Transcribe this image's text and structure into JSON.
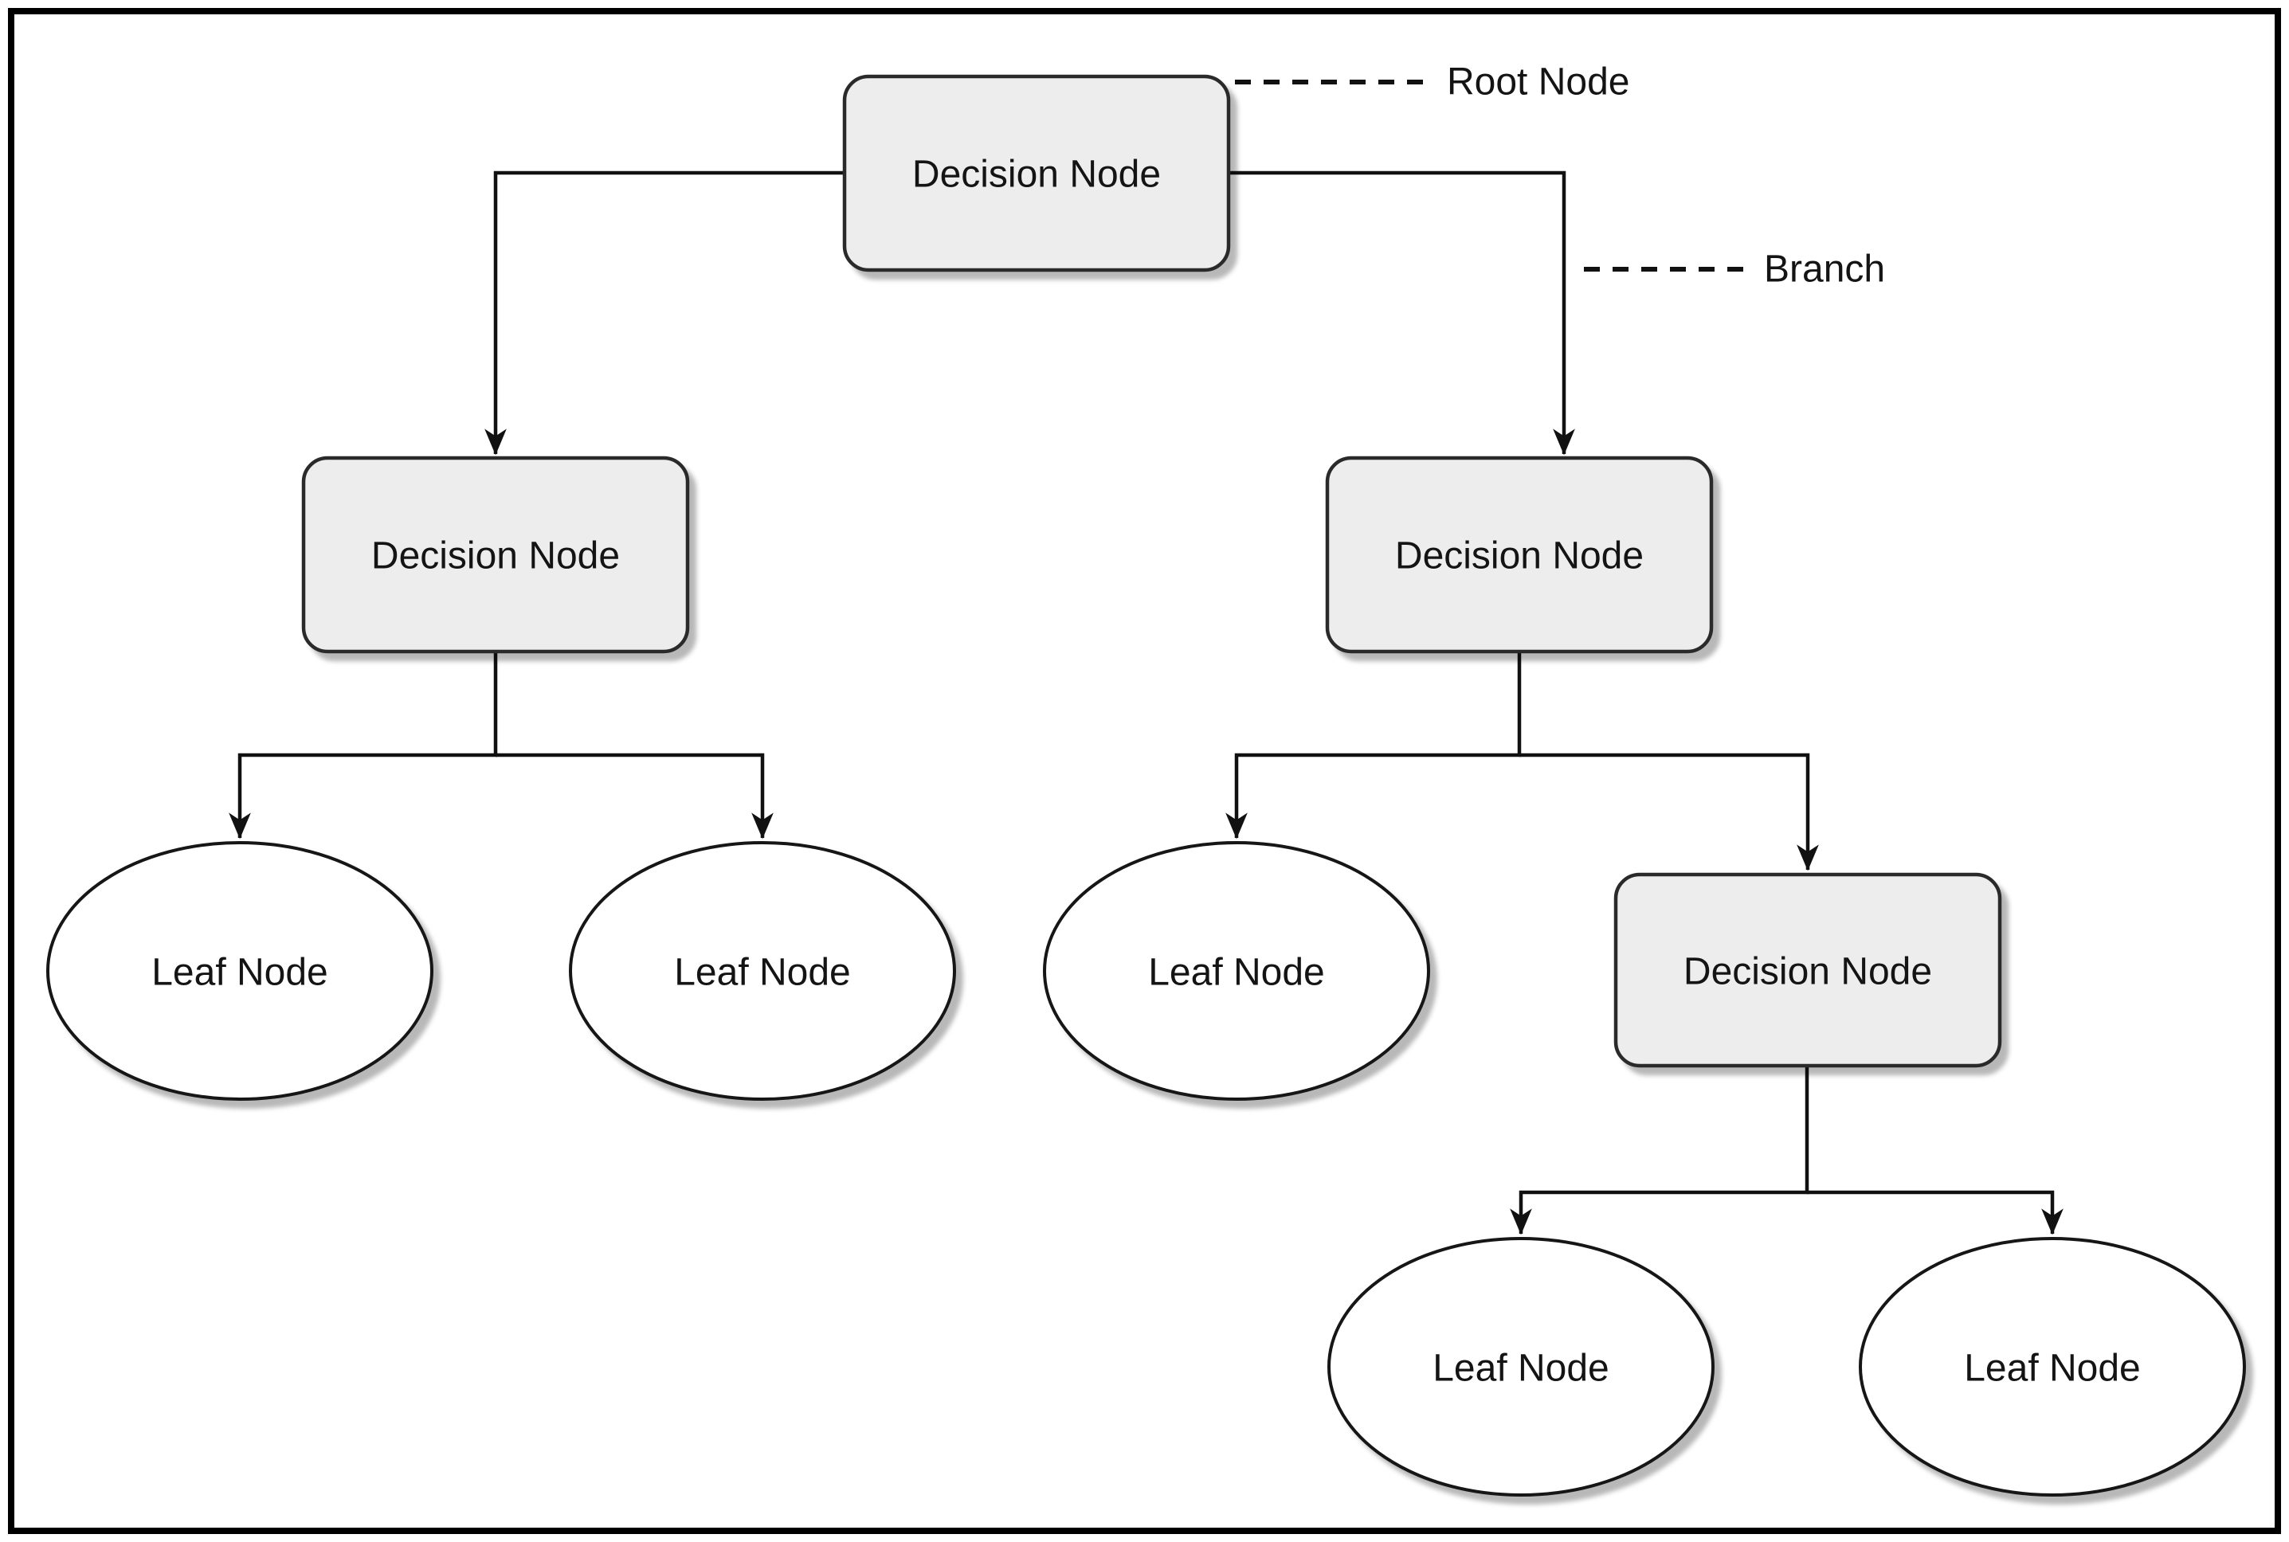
{
  "diagram": {
    "type": "decision-tree",
    "background": "#ffffff",
    "frame_color": "#000000",
    "nodes": [
      {
        "id": "root",
        "shape": "rounded-rect",
        "role": "root decision",
        "label": "Decision Node",
        "fill": "#ededed",
        "border": "#2b2b2b"
      },
      {
        "id": "decision-left",
        "shape": "rounded-rect",
        "role": "decision",
        "label": "Decision Node",
        "fill": "#ededed",
        "border": "#2b2b2b"
      },
      {
        "id": "decision-right",
        "shape": "rounded-rect",
        "role": "decision",
        "label": "Decision Node",
        "fill": "#ededed",
        "border": "#2b2b2b"
      },
      {
        "id": "leaf-1",
        "shape": "ellipse",
        "role": "leaf",
        "label": "Leaf Node",
        "fill": "#ffffff",
        "border": "#141414"
      },
      {
        "id": "leaf-2",
        "shape": "ellipse",
        "role": "leaf",
        "label": "Leaf Node",
        "fill": "#ffffff",
        "border": "#141414"
      },
      {
        "id": "leaf-3",
        "shape": "ellipse",
        "role": "leaf",
        "label": "Leaf Node",
        "fill": "#ffffff",
        "border": "#141414"
      },
      {
        "id": "decision-right-child",
        "shape": "rounded-rect",
        "role": "decision",
        "label": "Decision Node",
        "fill": "#ededed",
        "border": "#2b2b2b"
      },
      {
        "id": "leaf-4",
        "shape": "ellipse",
        "role": "leaf",
        "label": "Leaf Node",
        "fill": "#ffffff",
        "border": "#141414"
      },
      {
        "id": "leaf-5",
        "shape": "ellipse",
        "role": "leaf",
        "label": "Leaf Node",
        "fill": "#ffffff",
        "border": "#141414"
      }
    ],
    "edges": [
      {
        "from": "root",
        "to": "decision-left"
      },
      {
        "from": "root",
        "to": "decision-right"
      },
      {
        "from": "decision-left",
        "to": "leaf-1"
      },
      {
        "from": "decision-left",
        "to": "leaf-2"
      },
      {
        "from": "decision-right",
        "to": "leaf-3"
      },
      {
        "from": "decision-right",
        "to": "decision-right-child"
      },
      {
        "from": "decision-right-child",
        "to": "leaf-4"
      },
      {
        "from": "decision-right-child",
        "to": "leaf-5"
      }
    ],
    "annotations": [
      {
        "id": "root-node-callout",
        "label": "Root Node",
        "points_to": "root",
        "line_style": "dashed"
      },
      {
        "id": "branch-callout",
        "label": "Branch",
        "points_to": "edge root→decision-right",
        "line_style": "dashed"
      }
    ],
    "colors": {
      "decision_fill": "#ededed",
      "decision_border": "#2b2b2b",
      "leaf_fill": "#ffffff",
      "leaf_border": "#141414",
      "connector": "#111111",
      "text": "#141414",
      "background": "#ffffff",
      "frame": "#000000"
    }
  }
}
